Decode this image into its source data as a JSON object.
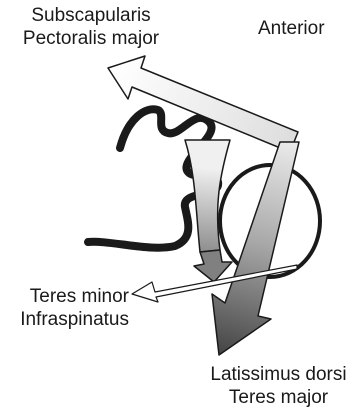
{
  "diagram": {
    "labels": {
      "subscapularis": "Subscapularis",
      "pectoralis_major": "Pectoralis major",
      "anterior": "Anterior",
      "teres_minor": "Teres minor",
      "infraspinatus": "Infraspinatus",
      "latissimus_dorsi": "Latissimus dorsi",
      "teres_major": "Teres major"
    },
    "colors": {
      "outline": "#1a1a1a",
      "arrow_light": "#ececec",
      "arrow_mid": "#b5b5b5",
      "arrow_dark": "#5c5c5c"
    }
  }
}
